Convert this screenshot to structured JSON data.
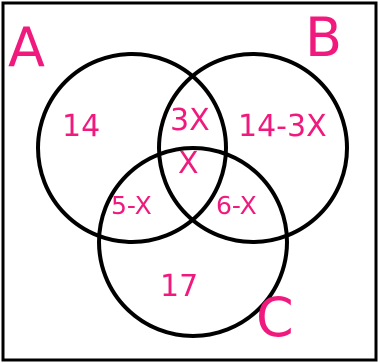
{
  "diagram": {
    "type": "venn-3-sets",
    "sets": {
      "a": "A",
      "b": "B",
      "c": "C"
    },
    "regions": {
      "a_only": "14",
      "a_and_b_only": "3X",
      "b_only": "14-3X",
      "a_and_b_and_c": "X",
      "a_and_c_only": "5-X",
      "b_and_c_only": "6-X",
      "c_only": "17"
    },
    "colors": {
      "ink": "#000000",
      "annotation": "#f0197d",
      "background": "#ffffff"
    }
  }
}
